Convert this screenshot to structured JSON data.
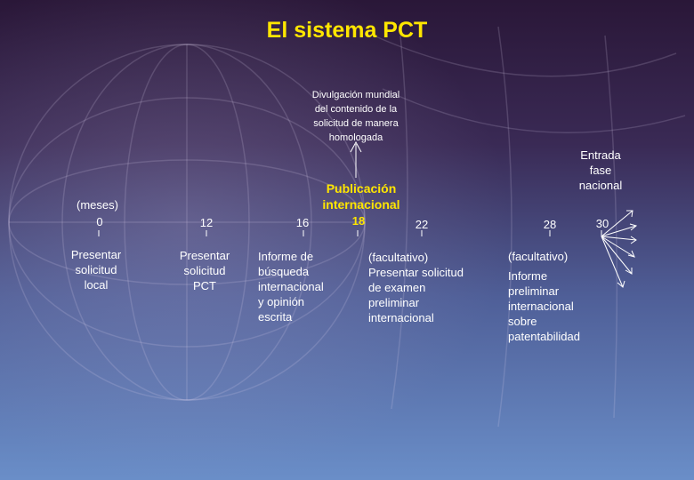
{
  "title": "El sistema PCT",
  "publication": {
    "note": "Divulgación mundial\ndel contenido de la\nsolicitud de manera\nhomologada",
    "label": "Publicación\ninternacional"
  },
  "national_phase": {
    "label": "Entrada\nfase\nnacional"
  },
  "timeline": {
    "unit_label": "(meses)",
    "markers": [
      {
        "month": "0"
      },
      {
        "month": "12"
      },
      {
        "month": "16"
      },
      {
        "month": "18",
        "highlight": true
      },
      {
        "month": "22"
      },
      {
        "month": "28"
      },
      {
        "month": "30"
      }
    ]
  },
  "events": {
    "local": "Presentar\nsolicitud\nlocal",
    "pct": "Presentar\nsolicitud\nPCT",
    "isr": "Informe de\nbúsqueda\ninternacional\ny opinión\nescrita",
    "chapter2": "(facultativo)\nPresentar solicitud\nde examen\npreliminar\ninternacional",
    "optional": "(facultativo)",
    "iprp": "Informe\npreliminar\ninternacional\nsobre\npatentabilidad"
  },
  "colors": {
    "title": "#ffe600",
    "highlight": "#ffe600",
    "text": "#ffffff",
    "background_top": "#2a1738",
    "background_bottom": "#6a8ec8"
  }
}
